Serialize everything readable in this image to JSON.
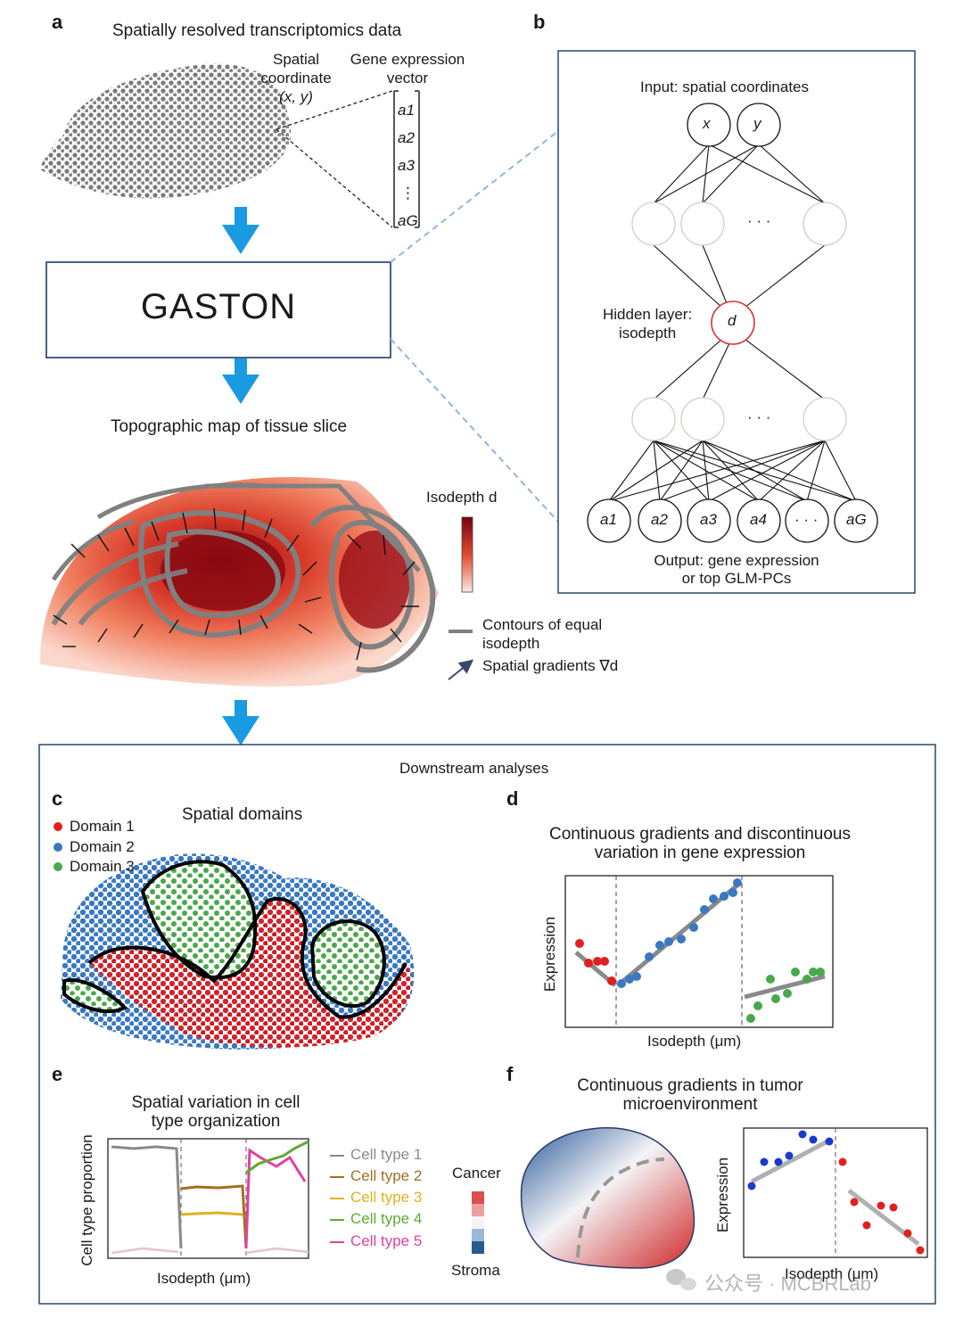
{
  "panel_a": {
    "letter": "a",
    "title": "Spatially resolved transcriptomics data",
    "spatial_coord_label": "Spatial coordinate (x, y)",
    "spatial_coord_line1": "Spatial",
    "spatial_coord_line2": "coordinate",
    "spatial_coord_line3": "(x, y)",
    "gene_vec_line1": "Gene expression",
    "gene_vec_line2": "vector",
    "vector_entries": [
      "a1",
      "a2",
      "a3",
      "⋮",
      "aG"
    ],
    "gaston": "GASTON",
    "topo_title": "Topographic map of tissue slice",
    "colorbar_title": "Isodepth d",
    "legend_contours_1": "Contours of equal",
    "legend_contours_2": "isodepth",
    "legend_gradients": "Spatial gradients ∇d"
  },
  "panel_b": {
    "letter": "b",
    "input_label": "Input: spatial coordinates",
    "input_nodes": [
      "x",
      "y"
    ],
    "hidden_label_1": "Hidden layer:",
    "hidden_label_2": "isodepth",
    "hidden_node": "d",
    "dots": "· · ·",
    "output_nodes": [
      "a1",
      "a2",
      "a3",
      "a4",
      "· · ·",
      "aG"
    ],
    "output_label_1": "Output: gene expression",
    "output_label_2": "or top GLM-PCs"
  },
  "downstream": {
    "title": "Downstream analyses"
  },
  "panel_c": {
    "letter": "c",
    "title": "Spatial domains",
    "legend": [
      {
        "label": "Domain 1",
        "color": "#e02020"
      },
      {
        "label": "Domain 2",
        "color": "#3a78c0"
      },
      {
        "label": "Domain 3",
        "color": "#4aa84a"
      }
    ]
  },
  "panel_d": {
    "letter": "d",
    "title_1": "Continuous gradients and discontinuous",
    "title_2": "variation in gene expression",
    "xlabel": "Isodepth (μm)",
    "ylabel": "Expression"
  },
  "panel_e": {
    "letter": "e",
    "title_1": "Spatial variation in cell",
    "title_2": "type organization",
    "xlabel": "Isodepth (μm)",
    "ylabel": "Cell type proportion",
    "legend": [
      {
        "label": "Cell type 1",
        "color": "#8a8a8a"
      },
      {
        "label": "Cell type 2",
        "color": "#a07020"
      },
      {
        "label": "Cell type 3",
        "color": "#e0b020"
      },
      {
        "label": "Cell type 4",
        "color": "#60a830"
      },
      {
        "label": "Cell type 5",
        "color": "#e040a0"
      }
    ]
  },
  "panel_f": {
    "letter": "f",
    "title_1": "Continuous gradients in tumor",
    "title_2": "microenvironment",
    "cancer_label": "Cancer",
    "stroma_label": "Stroma",
    "xlabel": "Isodepth (μm)",
    "ylabel": "Expression"
  },
  "watermark": "公众号 · MCBRLab"
}
